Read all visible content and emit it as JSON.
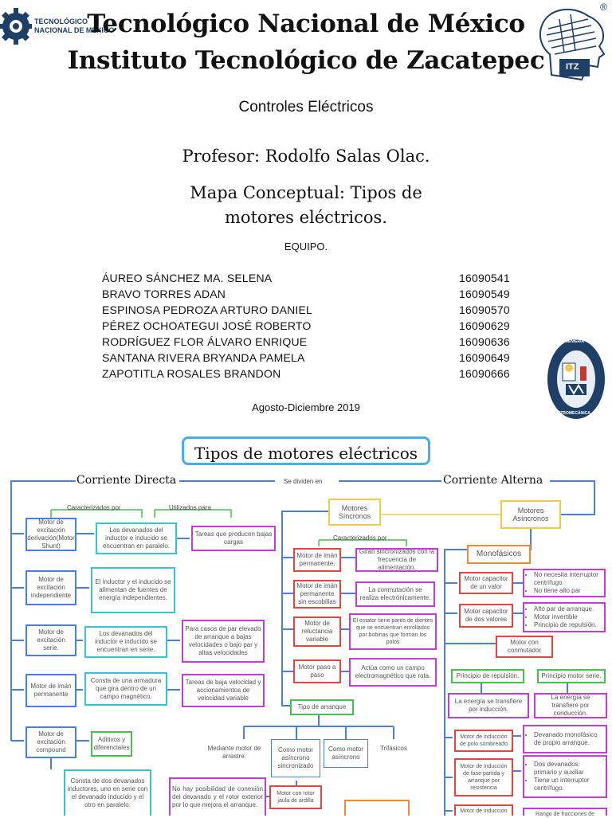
{
  "header": {
    "logo_left_text": "TECNOLÓGICO\nNACIONAL DE MÉXICO",
    "line1": "Tecnológico Nacional de México",
    "line2": "Instituto Tecnológico de Zacatepec",
    "registered_mark": "®",
    "logo_right_text": "ITZ"
  },
  "course": "Controles Eléctricos",
  "professor": "Profesor: Rodolfo Salas Olac.",
  "assignment_line1": "Mapa Conceptual: Tipos de",
  "assignment_line2": "motores eléctricos.",
  "team_label": "EQUIPO.",
  "members": [
    {
      "name": "ÁUREO SÁNCHEZ MA. SELENA",
      "id": "16090541"
    },
    {
      "name": "BRAVO TORRES ADAN",
      "id": "16090549"
    },
    {
      "name": "ESPINOSA PEDROZA ARTURO DANIEL",
      "id": "16090570"
    },
    {
      "name": "PÉREZ OCHOATEGUI JOSÉ ROBERTO",
      "id": "16090629"
    },
    {
      "name": "RODRÍGUEZ FLOR ÁLVARO ENRIQUE",
      "id": "16090636"
    },
    {
      "name": "SANTANA RIVERA BRYANDA PAMELA",
      "id": "16090649"
    },
    {
      "name": "ZAPOTITLA ROSALES BRANDON",
      "id": "16090666"
    }
  ],
  "seal_text": {
    "top": "INGENIERÍA",
    "bottom": "ELECTROMECÁNICA"
  },
  "date": "Agosto-Diciembre 2019",
  "map": {
    "title": "Tipos de motores eléctricos",
    "dc": "Corriente Directa",
    "ac": "Corriente Alterna",
    "split": "Se dividen en",
    "characterized": "Caracterizados por",
    "used_for": "Utilizados para",
    "dc_types": [
      {
        "motor": "Motor de excitación derivación(Motor Shunt)",
        "desc": "Los devanados del inductor e inducido se encuentran en paralelo.",
        "use": "Tareas que producen bajas cargas"
      },
      {
        "motor": "Motor de excitación independiente",
        "desc": "El inductor y el inducido se alimentan de fuentes de energía independientes.",
        "use": ""
      },
      {
        "motor": "Motor de excitación serie.",
        "desc": "Los devanados del inductor e inducido se encuentran en serie.",
        "use": "Para casos de par elevado de arranque a bajas velocidades o bajo par y altas velocidades"
      },
      {
        "motor": "Motor de imán permanente",
        "desc": "Consta de una armadura que gira dentro de un campo magnético.",
        "use": "Tareas de baja velocidad y accionamientos de velocidad variable"
      },
      {
        "motor": "Motor de excitación compound",
        "desc": "Aditivos y diferenciales",
        "use": ""
      }
    ],
    "compound_desc": "Consta de dos devanados inductores, uno en serie con el devanado inducido y el otro en paralelo.",
    "sync": "Motores Síncronos",
    "async": "Motores Asíncronos",
    "sync_characterized": "Caracterizados por",
    "sync_types": [
      {
        "motor": "Motor de imán permanente.",
        "desc": "Giran sincronizados con la frecuencia de alimentación."
      },
      {
        "motor": "Motor de imán permanente sin escobillas",
        "desc": "La conmutación se realiza electrónicamente."
      },
      {
        "motor": "Motor de reluctancia variable",
        "desc": "El estator tiene pares de dientes que se encuentran enrollados por bobinas que forman los polos"
      },
      {
        "motor": "Motor paso a paso",
        "desc": "Actúa como un campo electromagnético que rota."
      }
    ],
    "start_type": "Tipo de arranque",
    "start_types": [
      "Mediante motor de arrastre.",
      "Como motor asíncrono sincronizado",
      "Como motor asíncrono",
      "Trifásicos"
    ],
    "no_chance": "No hay posibilidad de conexión del devanado y el rotor exterior por lo que mejora el arranque.",
    "squirrel": "Motor con rotor jaula de ardilla",
    "mono": "Monofásicos",
    "cap1": "Motor capacitor de un valor",
    "cap1_list": [
      "No necesita interruptor centrífugo.",
      "No tiene alto par"
    ],
    "cap2": "Motor capacitor de dos valores",
    "cap2_list": [
      "Alto par de arranque.",
      "Motor invertible",
      "Principio de repulsión."
    ],
    "commutator": "Motor con conmutador",
    "repulsion": "Principio de repulsión.",
    "series": "Principio motor serie.",
    "induction_transfer": "La energía se transfiere por inducción.",
    "conduction_transfer": "La energía se transfiere por conducción.",
    "shaded": "Motor de inducción de polo sombreado",
    "shaded_list": [
      "Devanado monofásico de propio arranque."
    ],
    "split_phase": "Motor de inducción de fase partida y arranque por resistencia",
    "split_phase_list": [
      "Dos devanados: primario y auxiliar",
      "Tiene un interruptor centrífugo."
    ],
    "induction_cut": "Motor de inducción",
    "range_cut": "Rango de fracciones de"
  },
  "colors": {
    "blue": "#4a7ee0",
    "cyan": "#35c4d0",
    "magenta": "#c43cd6",
    "red": "#e0473e",
    "orange": "#f08a32",
    "green": "#46c24c",
    "yellow": "#f2c94c",
    "title_border": "#46aef0"
  }
}
